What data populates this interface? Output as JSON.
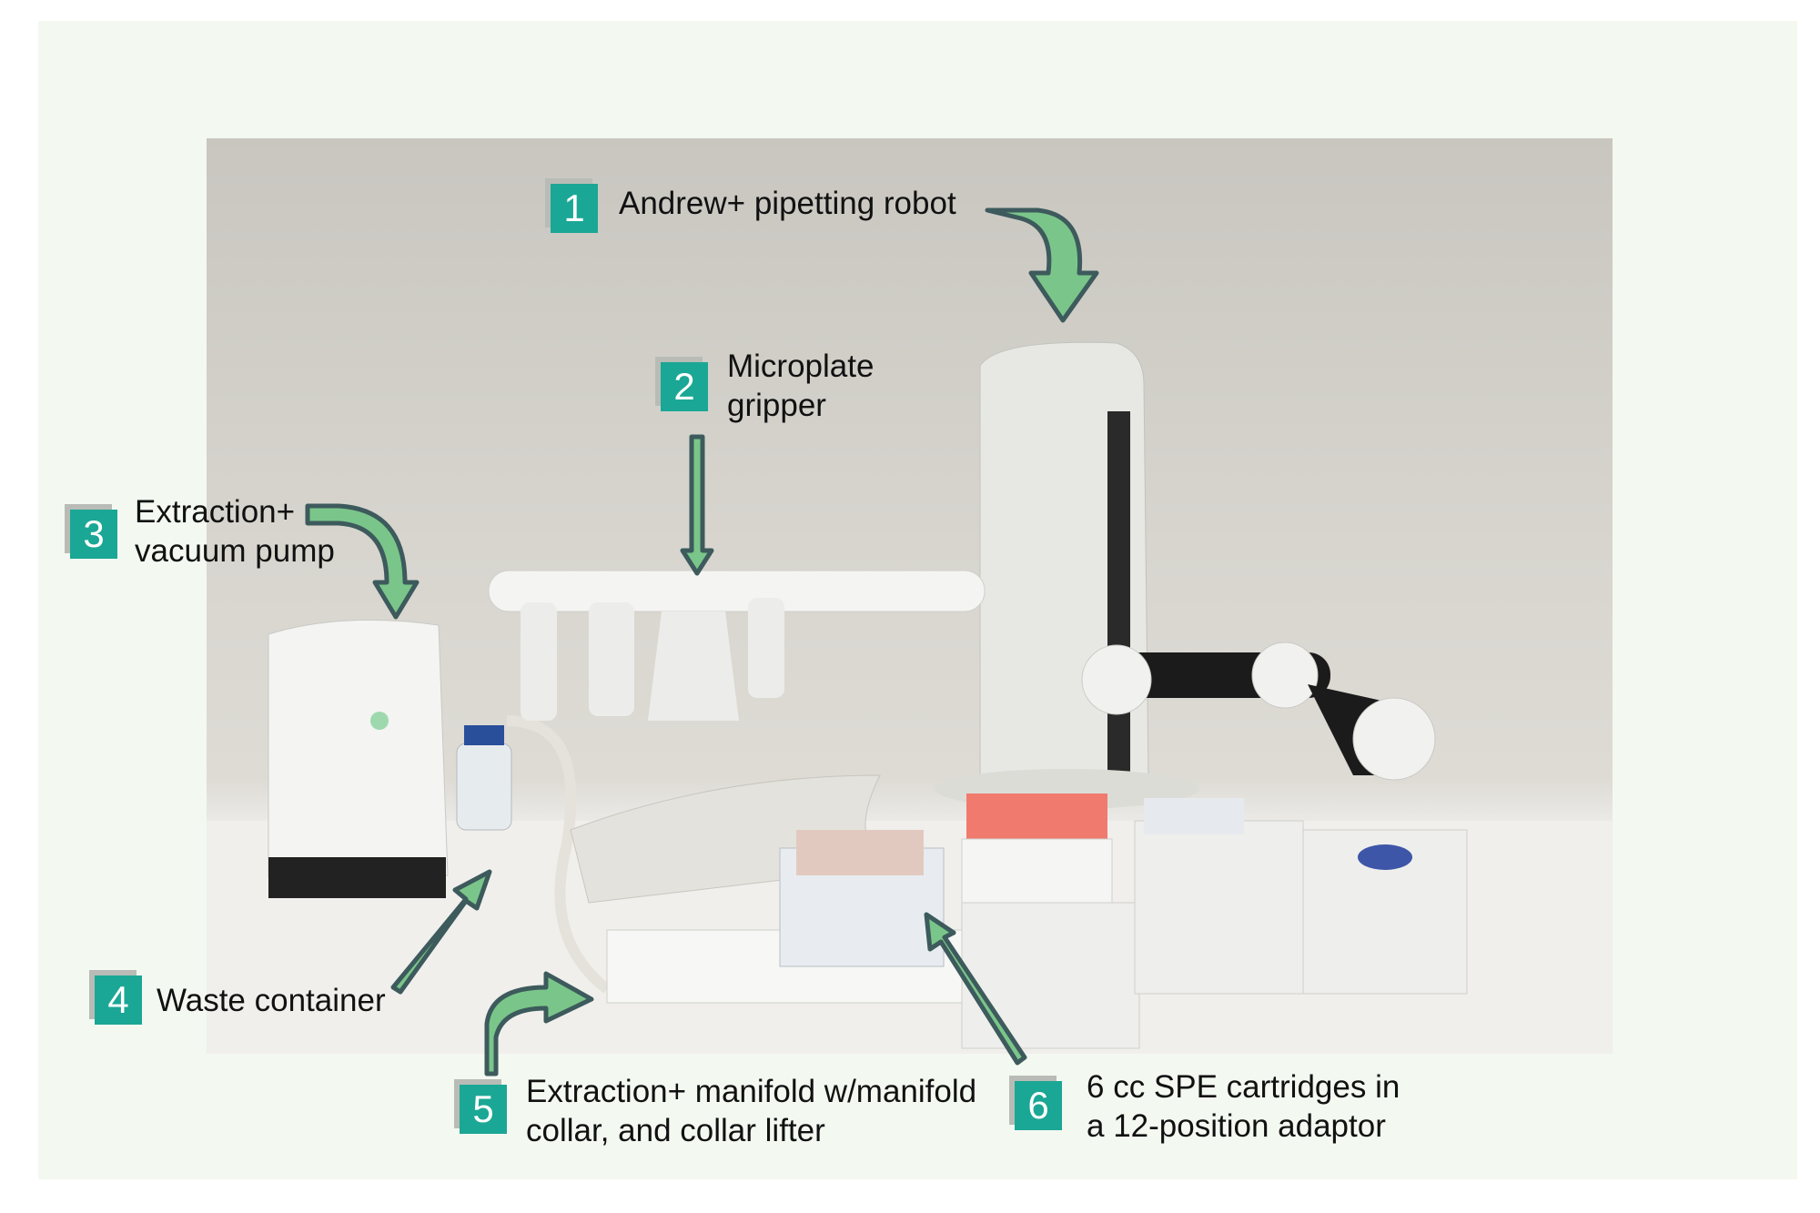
{
  "callouts": [
    {
      "number": "1",
      "lines": [
        "Andrew+ pipetting robot"
      ]
    },
    {
      "number": "2",
      "lines": [
        "Microplate",
        "gripper"
      ]
    },
    {
      "number": "3",
      "lines": [
        "Extraction+",
        "vacuum pump"
      ]
    },
    {
      "number": "4",
      "lines": [
        "Waste container"
      ]
    },
    {
      "number": "5",
      "lines": [
        "Extraction+ manifold w/manifold",
        "collar, and collar lifter"
      ]
    },
    {
      "number": "6",
      "lines": [
        "6 cc SPE cartridges in",
        "a 12-position adaptor"
      ]
    }
  ],
  "colors": {
    "badge": "#1ba795",
    "arrow_fill": "#7ac68a",
    "arrow_stroke": "#3d5a5c",
    "background": "#f3f8f1"
  }
}
